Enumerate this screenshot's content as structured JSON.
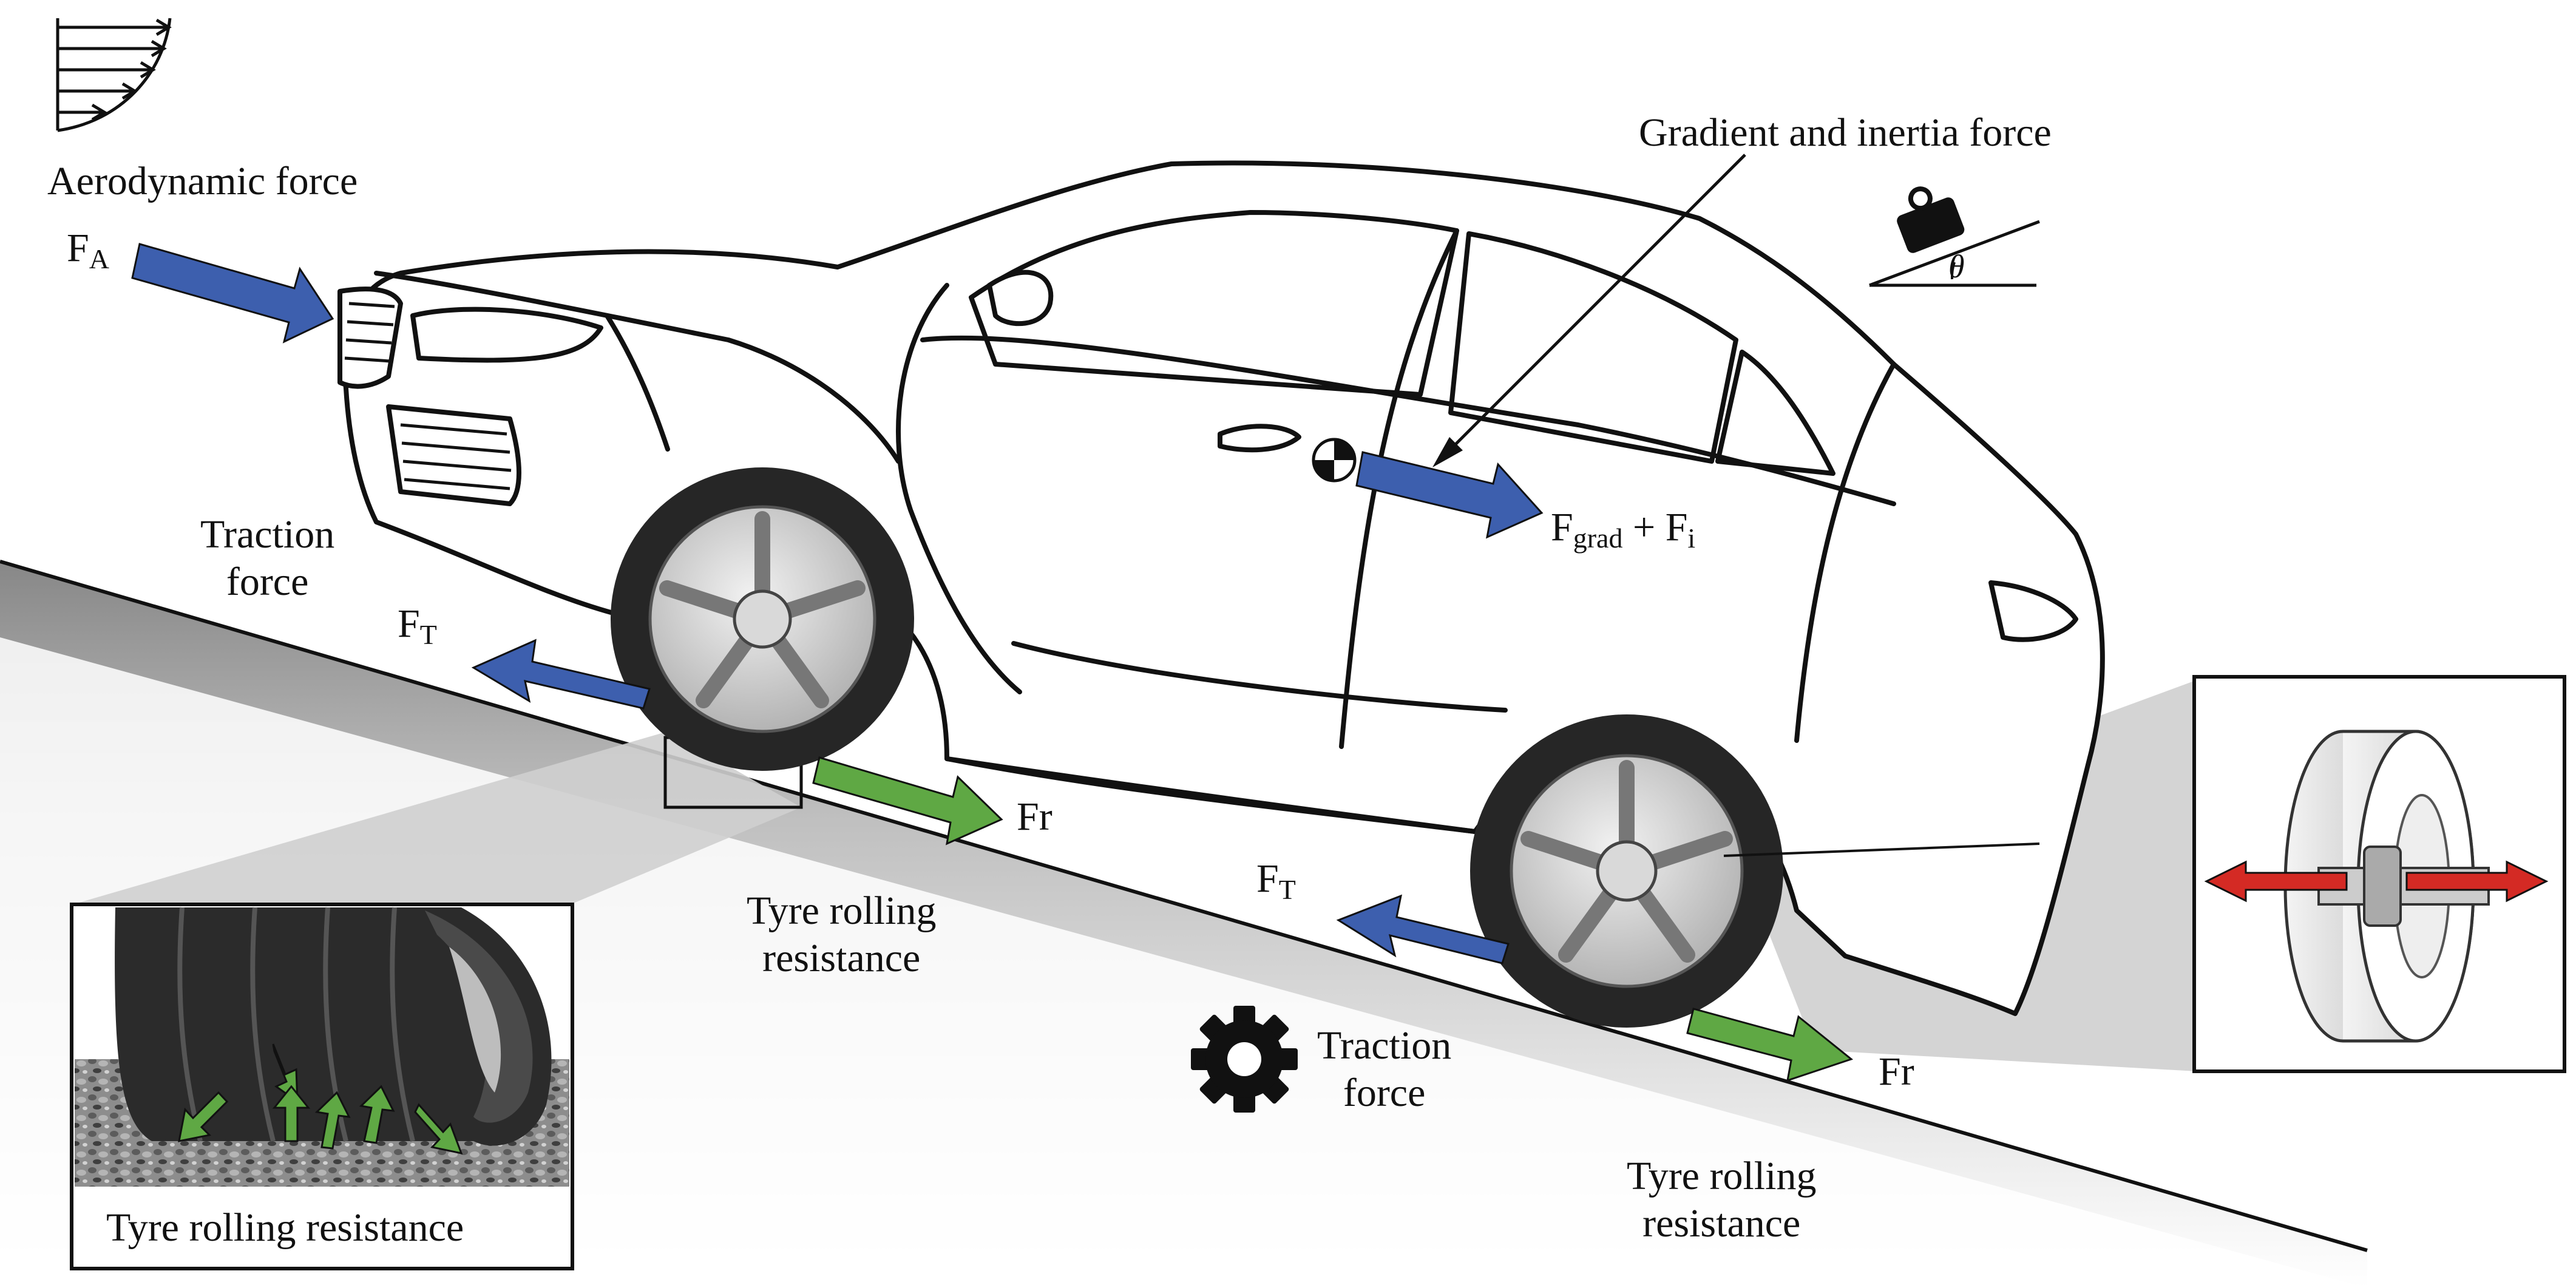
{
  "labels": {
    "aero_title": "Aerodynamic force",
    "fa_main": "F",
    "fa_sub": "A",
    "gradient_title": "Gradient and inertia force",
    "fgrad_main": "F",
    "fgrad_sub": "grad",
    "fgrad_plus": " + F",
    "fi_sub": "i",
    "traction_line1": "Traction",
    "traction_line2": "force",
    "ft_main": "F",
    "ft_sub": "T",
    "fr": "Fr",
    "rolling_line1": "Tyre rolling",
    "rolling_line2": "resistance",
    "inset_caption": "Tyre rolling resistance",
    "theta": "θ"
  },
  "colors": {
    "blue_arrow": "#3d5fae",
    "green_arrow": "#5fa844",
    "red_arrow": "#d42a24",
    "outline": "#111111",
    "road_gray": "#b9b9b9",
    "tyre_dark": "#262626",
    "rim_gray": "#c8c8c8"
  },
  "icons": [
    "wind-profile-icon",
    "weight-on-slope-icon",
    "center-of-gravity-icon",
    "gear-icon"
  ]
}
